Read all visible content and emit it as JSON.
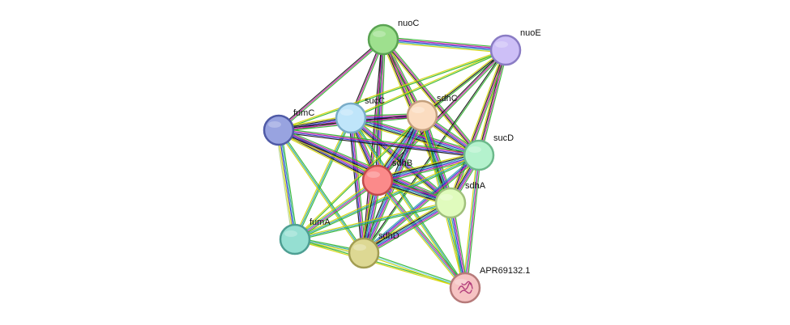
{
  "network": {
    "edge_colors": [
      "#2cb42c",
      "#c41aa3",
      "#2b2bd4",
      "#2aa3a8",
      "#d4d400",
      "#111111",
      "#88d6f4",
      "#b5d48a"
    ],
    "nodes": [
      {
        "id": "nuoC",
        "label": "nuoC",
        "fill": "#9ee08e",
        "stroke": "#5aa352",
        "icon": ""
      },
      {
        "id": "nuoE",
        "label": "nuoE",
        "fill": "#cdbff7",
        "stroke": "#8a7cc4",
        "icon": ""
      },
      {
        "id": "sucC",
        "label": "sucC",
        "fill": "#bfe5fa",
        "stroke": "#79acc8",
        "icon": ""
      },
      {
        "id": "sdhC",
        "label": "sdhC",
        "fill": "#fbdcc0",
        "stroke": "#c49f7c",
        "icon": ""
      },
      {
        "id": "fumC",
        "label": "fumC",
        "fill": "#98a3e0",
        "stroke": "#4f5aa6",
        "icon": ""
      },
      {
        "id": "sucD",
        "label": "sucD",
        "fill": "#b4f2cd",
        "stroke": "#6cb98b",
        "icon": ""
      },
      {
        "id": "sdhB",
        "label": "sdhB",
        "fill": "#fb8a8a",
        "stroke": "#c24a4a",
        "icon": ""
      },
      {
        "id": "sdhA",
        "label": "sdhA",
        "fill": "#e0fbbd",
        "stroke": "#a0c07c",
        "icon": ""
      },
      {
        "id": "fumA",
        "label": "fumA",
        "fill": "#95dfd2",
        "stroke": "#4e9f93",
        "icon": ""
      },
      {
        "id": "sdhD",
        "label": "sdhD",
        "fill": "#ddd893",
        "stroke": "#a29d52",
        "icon": ""
      },
      {
        "id": "APR69132.1",
        "label": "APR69132.1",
        "fill": "#f6c3c3",
        "stroke": "#b67a7a",
        "icon": "protein-structure-icon"
      }
    ],
    "edges": [
      {
        "source": "nuoC",
        "target": "nuoE",
        "colors": [
          "#2cb42c",
          "#c41aa3",
          "#2b2bd4",
          "#2aa3a8",
          "#d4d400"
        ]
      },
      {
        "source": "nuoC",
        "target": "sucC",
        "colors": [
          "#2cb42c",
          "#c41aa3",
          "#111111"
        ]
      },
      {
        "source": "nuoC",
        "target": "sdhC",
        "colors": [
          "#2cb42c",
          "#c41aa3",
          "#111111",
          "#d4d400"
        ]
      },
      {
        "source": "nuoC",
        "target": "fumC",
        "colors": [
          "#2cb42c",
          "#c41aa3",
          "#111111"
        ]
      },
      {
        "source": "nuoC",
        "target": "sucD",
        "colors": [
          "#2cb42c",
          "#c41aa3",
          "#111111",
          "#d4d400"
        ]
      },
      {
        "source": "nuoC",
        "target": "sdhB",
        "colors": [
          "#2cb42c",
          "#c41aa3",
          "#2b2bd4",
          "#111111"
        ]
      },
      {
        "source": "nuoC",
        "target": "sdhA",
        "colors": [
          "#2cb42c",
          "#c41aa3",
          "#111111",
          "#d4d400"
        ]
      },
      {
        "source": "nuoC",
        "target": "sdhD",
        "colors": [
          "#2cb42c",
          "#c41aa3",
          "#111111"
        ]
      },
      {
        "source": "nuoE",
        "target": "sucC",
        "colors": [
          "#2cb42c",
          "#d4d400"
        ]
      },
      {
        "source": "nuoE",
        "target": "sdhC",
        "colors": [
          "#2cb42c",
          "#111111",
          "#d4d400"
        ]
      },
      {
        "source": "nuoE",
        "target": "sucD",
        "colors": [
          "#2cb42c",
          "#c41aa3",
          "#111111",
          "#d4d400"
        ]
      },
      {
        "source": "nuoE",
        "target": "sdhB",
        "colors": [
          "#2cb42c",
          "#c41aa3",
          "#111111"
        ]
      },
      {
        "source": "nuoE",
        "target": "sdhA",
        "colors": [
          "#2cb42c",
          "#c41aa3",
          "#111111",
          "#d4d400"
        ]
      },
      {
        "source": "nuoE",
        "target": "sdhD",
        "colors": [
          "#2cb42c",
          "#111111"
        ]
      },
      {
        "source": "nuoE",
        "target": "fumC",
        "colors": [
          "#2cb42c",
          "#d4d400"
        ]
      },
      {
        "source": "sucC",
        "target": "sdhC",
        "colors": [
          "#2cb42c",
          "#c41aa3",
          "#2b2bd4",
          "#111111"
        ]
      },
      {
        "source": "sucC",
        "target": "fumC",
        "colors": [
          "#2cb42c",
          "#c41aa3",
          "#2b2bd4",
          "#111111",
          "#d4d400"
        ]
      },
      {
        "source": "sucC",
        "target": "sucD",
        "colors": [
          "#2cb42c",
          "#c41aa3",
          "#2b2bd4",
          "#2aa3a8",
          "#111111",
          "#d4d400"
        ]
      },
      {
        "source": "sucC",
        "target": "sdhB",
        "colors": [
          "#2cb42c",
          "#c41aa3",
          "#2b2bd4",
          "#111111",
          "#d4d400"
        ]
      },
      {
        "source": "sucC",
        "target": "sdhA",
        "colors": [
          "#2cb42c",
          "#c41aa3",
          "#2b2bd4",
          "#111111",
          "#d4d400"
        ]
      },
      {
        "source": "sucC",
        "target": "fumA",
        "colors": [
          "#2cb42c",
          "#2aa3a8",
          "#d4d400"
        ]
      },
      {
        "source": "sucC",
        "target": "sdhD",
        "colors": [
          "#2cb42c",
          "#c41aa3",
          "#2b2bd4",
          "#111111"
        ]
      },
      {
        "source": "sucC",
        "target": "APR69132.1",
        "colors": [
          "#2cb42c",
          "#2aa3a8",
          "#d4d400"
        ]
      },
      {
        "source": "sdhC",
        "target": "fumC",
        "colors": [
          "#2cb42c",
          "#c41aa3",
          "#111111"
        ]
      },
      {
        "source": "sdhC",
        "target": "sucD",
        "colors": [
          "#2cb42c",
          "#c41aa3",
          "#2b2bd4",
          "#111111",
          "#d4d400"
        ]
      },
      {
        "source": "sdhC",
        "target": "sdhB",
        "colors": [
          "#2cb42c",
          "#c41aa3",
          "#2b2bd4",
          "#2aa3a8",
          "#111111",
          "#d4d400"
        ]
      },
      {
        "source": "sdhC",
        "target": "sdhA",
        "colors": [
          "#2cb42c",
          "#c41aa3",
          "#2b2bd4",
          "#2aa3a8",
          "#111111",
          "#d4d400"
        ]
      },
      {
        "source": "sdhC",
        "target": "fumA",
        "colors": [
          "#2cb42c",
          "#d4d400"
        ]
      },
      {
        "source": "sdhC",
        "target": "sdhD",
        "colors": [
          "#2cb42c",
          "#c41aa3",
          "#2b2bd4",
          "#2aa3a8",
          "#111111"
        ]
      },
      {
        "source": "sdhC",
        "target": "APR69132.1",
        "colors": [
          "#2cb42c",
          "#2aa3a8",
          "#d4d400"
        ]
      },
      {
        "source": "fumC",
        "target": "sdhB",
        "colors": [
          "#2cb42c",
          "#c41aa3",
          "#2b2bd4",
          "#111111",
          "#d4d400"
        ]
      },
      {
        "source": "fumC",
        "target": "sucD",
        "colors": [
          "#2cb42c",
          "#c41aa3",
          "#2b2bd4",
          "#111111"
        ]
      },
      {
        "source": "fumC",
        "target": "sdhA",
        "colors": [
          "#2cb42c",
          "#c41aa3",
          "#2b2bd4",
          "#111111",
          "#d4d400"
        ]
      },
      {
        "source": "fumC",
        "target": "fumA",
        "colors": [
          "#2cb42c",
          "#2aa3a8",
          "#2b2bd4",
          "#d4d400",
          "#b5d48a"
        ]
      },
      {
        "source": "fumC",
        "target": "sdhD",
        "colors": [
          "#2cb42c",
          "#2aa3a8",
          "#d4d400"
        ]
      },
      {
        "source": "sucD",
        "target": "sdhB",
        "colors": [
          "#2cb42c",
          "#c41aa3",
          "#2b2bd4",
          "#2aa3a8",
          "#111111",
          "#d4d400"
        ]
      },
      {
        "source": "sucD",
        "target": "sdhA",
        "colors": [
          "#2cb42c",
          "#c41aa3",
          "#2b2bd4",
          "#111111",
          "#d4d400"
        ]
      },
      {
        "source": "sucD",
        "target": "fumA",
        "colors": [
          "#2cb42c",
          "#2aa3a8",
          "#d4d400"
        ]
      },
      {
        "source": "sucD",
        "target": "sdhD",
        "colors": [
          "#2cb42c",
          "#c41aa3",
          "#2b2bd4",
          "#2aa3a8"
        ]
      },
      {
        "source": "sucD",
        "target": "APR69132.1",
        "colors": [
          "#2cb42c",
          "#c41aa3",
          "#2aa3a8",
          "#d4d400"
        ]
      },
      {
        "source": "sdhB",
        "target": "sdhA",
        "colors": [
          "#2cb42c",
          "#c41aa3",
          "#2b2bd4",
          "#2aa3a8",
          "#111111",
          "#d4d400"
        ]
      },
      {
        "source": "sdhB",
        "target": "fumA",
        "colors": [
          "#2cb42c",
          "#c41aa3",
          "#2aa3a8",
          "#d4d400"
        ]
      },
      {
        "source": "sdhB",
        "target": "sdhD",
        "colors": [
          "#2cb42c",
          "#c41aa3",
          "#2b2bd4",
          "#2aa3a8",
          "#111111",
          "#d4d400"
        ]
      },
      {
        "source": "sdhB",
        "target": "APR69132.1",
        "colors": [
          "#2cb42c",
          "#c41aa3",
          "#2aa3a8",
          "#d4d400"
        ]
      },
      {
        "source": "sdhA",
        "target": "fumA",
        "colors": [
          "#2cb42c",
          "#2aa3a8",
          "#d4d400"
        ]
      },
      {
        "source": "sdhA",
        "target": "sdhD",
        "colors": [
          "#2cb42c",
          "#c41aa3",
          "#2b2bd4",
          "#2aa3a8",
          "#111111",
          "#d4d400"
        ]
      },
      {
        "source": "sdhA",
        "target": "APR69132.1",
        "colors": [
          "#2cb42c",
          "#c41aa3",
          "#2b2bd4",
          "#2aa3a8",
          "#d4d400"
        ]
      },
      {
        "source": "fumA",
        "target": "sdhD",
        "colors": [
          "#2cb42c",
          "#2aa3a8",
          "#d4d400",
          "#b5d48a"
        ]
      },
      {
        "source": "fumA",
        "target": "APR69132.1",
        "colors": [
          "#2cb42c",
          "#d4d400"
        ]
      },
      {
        "source": "sdhD",
        "target": "APR69132.1",
        "colors": [
          "#2cb42c",
          "#88d6f4",
          "#d4d400"
        ]
      }
    ]
  }
}
